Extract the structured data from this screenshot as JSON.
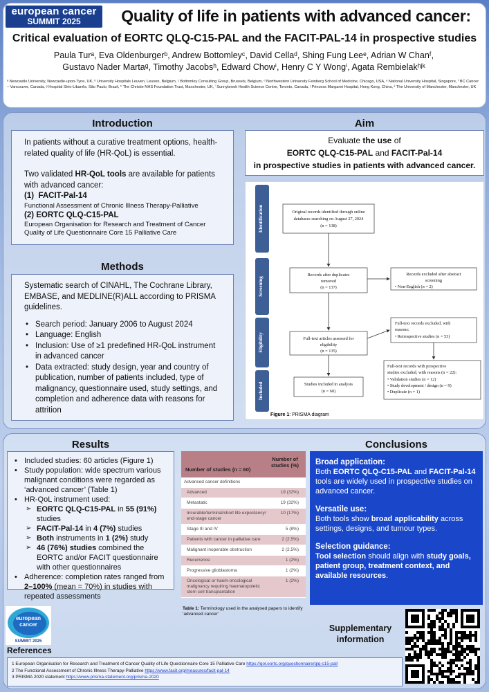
{
  "logo": {
    "line1": "european cancer",
    "line2": "SUMMIT 2025",
    "logo2_line1": "european",
    "logo2_line2": "cancer",
    "logo2_line3": "SUMMIT 2025"
  },
  "header": {
    "title": "Quality of life in patients with advanced cancer:",
    "subtitle": "Critical evaluation of EORTC QLQ-C15-PAL and the FACIT-PAL-14 in prospective studies",
    "authors_line1": "Paula Turᵃ, Eva Oldenburgerᵇ, Andrew Bottomleyᶜ, David Cellaᵈ, Shing Fung Leeᵉ, Adrian W Chanᶠ,",
    "authors_line2": "Gustavo Nader Martaᵍ, Timothy Jacobsʰ, Edward Chowⁱ, Henry C Y Wongⁱ, Agata Rembielakʰʲᵏ",
    "affiliations": "ᵃ Newcastle University, Newcastle-upon-Tyne, UK, ᵇ University Hospitals Leuven, Leuven, Belgium, ᶜ Bottomley Consulting Group, Brussels, Belgium, ᵈ Northwestern University Feinberg School of Medicine, Chicago, USA, ᵉ National University Hospital, Singapore, ᶠ BC Cancer – Vancouver, Canada, ᵍ Hospital Sírio-Libanês, São Paulo, Brazil, ʰ The Christie NHS Foundation Trust, Manchester, UK, ⁱ Sunnybrook Health Science Centre, Toronto, Canada, ʲ Princess Margaret Hospital, Hong Kong, China, ᵏ The University of Manchester, Manchester, UK"
  },
  "introduction": {
    "heading": "Introduction",
    "p1": "In patients without a curative treatment options, health-related quality of life (HR-QoL) is essential.",
    "p2_pre": "Two validated ",
    "p2_bold": "HR-QoL tools",
    "p2_post": " are available for patients with advanced cancer:",
    "t1_num": "(1)",
    "t1_name": "FACIT-Pal-14",
    "t1_desc": "Functional Assessment of Chronic Illness Therapy-Palliative",
    "t2_num": "(2)",
    "t2_name": "EORTC QLQ-C15-PAL",
    "t2_desc": "European Organisation for Research and Treatment of Cancer Quality of Life Questionnaire Core 15 Palliative Care"
  },
  "methods": {
    "heading": "Methods",
    "intro": "Systematic search of CINAHL, The Cochrane Library, EMBASE, and MEDLINE(R)ALL according to PRISMA guidelines.",
    "bullets": [
      "Search period: January 2006 to August 2024",
      "Language: English",
      "Inclusion: Use of ≥1 predefined HR-QoL instrument in advanced cancer",
      "Data extracted: study design, year and country of publication, number of patients included, type of malignancy, questionnaire used, study settings, and completion and adherence data with reasons for attrition"
    ]
  },
  "aim": {
    "heading": "Aim",
    "l1_pre": "Evaluate ",
    "l1_bold": "the use",
    "l1_post": " of",
    "l2_bold1": "EORTC QLQ-C15-PAL",
    "l2_mid": " and ",
    "l2_bold2": "FACIT-Pal-14",
    "l3": "in prospective studies in patients with advanced cancer."
  },
  "prisma": {
    "stages": [
      "Identification",
      "Screening",
      "Eligibility",
      "Included"
    ],
    "box1": [
      "Original records identified through online",
      "databases searching on August 27, 2024",
      "(n = 138)"
    ],
    "box2": [
      "Records after duplicates",
      "removed",
      "(n = 137)"
    ],
    "box3": [
      "Records excluded after abstract",
      "screening",
      "• Non-English (n = 2)"
    ],
    "box4": [
      "Full-text articles assessed for",
      "eligibility",
      "(n = 135)"
    ],
    "box5": [
      "Full-text records excluded, with",
      "reasons:",
      "• Retrospective studies (n = 53)"
    ],
    "box6": [
      "Full-text records with prospective",
      "studies excluded, with reasons (n = 22):",
      "• Validation studies (n = 12)",
      "• Study development / design (n = 9)",
      "• Duplicate (n = 1)"
    ],
    "box7": [
      "Studies included in analysis",
      "(n = 60)"
    ],
    "caption_bold": "Figure 1",
    "caption": ": PRISMA diagram"
  },
  "results": {
    "heading": "Results",
    "b1": "Included studies: 60 articles (Figure 1)",
    "b2": "Study population: wide spectrum various malignant conditions were regarded as ‘advanced cancer’ (Table 1)",
    "b3": "HR-QoL instrument used:",
    "s1_b1": "EORTC QLQ-C15-PAL",
    "s1_m": " in ",
    "s1_b2": "55 (91%)",
    "s1_e": " studies",
    "s2_b1": "FACIT-Pal-14",
    "s2_m": " in ",
    "s2_b2": "4 (7%)",
    "s2_e": " studies",
    "s3_b1": "Both",
    "s3_m": " instruments in ",
    "s3_b2": "1 (2%)",
    "s3_e": " study",
    "s4_b1": "46 (76%) studies",
    "s4_e": " combined the EORTC and/or FACIT questionnaire with other questionnaires",
    "b4_pre": "Adherence: completion rates ranged from ",
    "b4_bold": "2–100%",
    "b4_post": " (mean = 70%) in studies with repeated assessments"
  },
  "table": {
    "h1": "Number of studies (n = 60)",
    "h2": "Number of studies (%)",
    "section": "Advanced cancer definitions",
    "rows": [
      {
        "label": "Advanced",
        "value": "19 (32%)"
      },
      {
        "label": "Metastatic",
        "value": "19 (32%)"
      },
      {
        "label": "Incurable/terminal/short life expectancy/ end-stage cancer",
        "value": "10 (17%)"
      },
      {
        "label": "Stage III and IV",
        "value": "5 (8%)"
      },
      {
        "label": "Patients with cancer in palliative care",
        "value": "2 (2.5%)"
      },
      {
        "label": "Malignant inoperable obstruction",
        "value": "2 (2.5%)"
      },
      {
        "label": "Recurrence",
        "value": "1 (2%)"
      },
      {
        "label": "Progressive glioblastoma",
        "value": "1 (2%)"
      },
      {
        "label": "Oncological or haem-oncological malignancy requiring haematopoietic stem cell transplantation",
        "value": "1 (2%)"
      }
    ],
    "caption_bold": "Table 1:",
    "caption": " Terminology used in the analysed papers to identify ‘advanced cancer’"
  },
  "conclusions": {
    "heading": "Conclusions",
    "h1": "Broad application:",
    "t1_pre": "Both ",
    "t1_b1": "EORTC QLQ-C15-PAL",
    "t1_m": " and ",
    "t1_b2": "FACIT-Pal-14",
    "t1_post": " tools are widely used in prospective studies on advanced cancer.",
    "h2": "Versatile use:",
    "t2_pre": "Both tools show ",
    "t2_b": "broad applicability",
    "t2_post": " across settings, designs, and tumour types.",
    "h3": "Selection guidance:",
    "t3_b1": "Tool selection",
    "t3_m": " should align with ",
    "t3_b2": "study goals, patient group, treatment context, and available resources",
    "t3_post": "."
  },
  "supplementary": {
    "l1": "Supplementary",
    "l2": "information"
  },
  "references": {
    "heading": "References",
    "r1_text": "1 European Organisation for Research and Treatment of Cancer Quality of Life Questionnaire Core 15 Palliative Care ",
    "r1_link": "https://qol.eortc.org/questionnaire/qlq-c15-pal/",
    "r2_text": "2 The Functional Assessment of Chronic Illness Therapy-Palliative ",
    "r2_link": "https://www.facit.org/measures/facit-pal-14",
    "r3_text": "3 PRISMA 2020 statement ",
    "r3_link": "https://www.prisma-statement.org/prisma-2020"
  },
  "colors": {
    "brand_blue": "#1b3f8f",
    "conclusions_bg": "#1a47c9",
    "table_header": "#b97f86",
    "table_shade": "#e5c8cc",
    "prisma_stage": "#3e5e96"
  }
}
